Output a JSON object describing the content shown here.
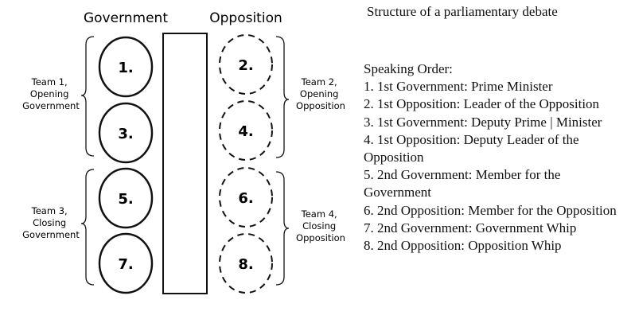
{
  "diagram": {
    "column_headers": {
      "government": "Government",
      "opposition": "Opposition"
    },
    "speakers": {
      "gov": [
        "1.",
        "3.",
        "5.",
        "7."
      ],
      "opp": [
        "2.",
        "4.",
        "6.",
        "8."
      ]
    },
    "teams": {
      "team1": [
        "Team 1,",
        "Opening",
        "Government"
      ],
      "team2": [
        "Team 2,",
        "Opening",
        "Opposition"
      ],
      "team3": [
        "Team 3,",
        "Closing",
        "Government"
      ],
      "team4": [
        "Team 4,",
        "Closing",
        "Opposition"
      ]
    },
    "colors": {
      "stroke": "#111111",
      "background": "#ffffff"
    }
  },
  "text_panel": {
    "title": "Structure of a parliamentary debate",
    "order_heading": "Speaking Order:",
    "order_lines": [
      "1. 1st Government: Prime Minister",
      "2. 1st Opposition: Leader of the Opposition",
      "3. 1st Government: Deputy Prime | Minister",
      "4. 1st Opposition: Deputy Leader of the Opposition",
      "5. 2nd Government: Member for the Government",
      "6. 2nd Opposition: Member for the Opposition",
      "7. 2nd Government: Government Whip",
      "8. 2nd Opposition: Opposition Whip"
    ]
  }
}
